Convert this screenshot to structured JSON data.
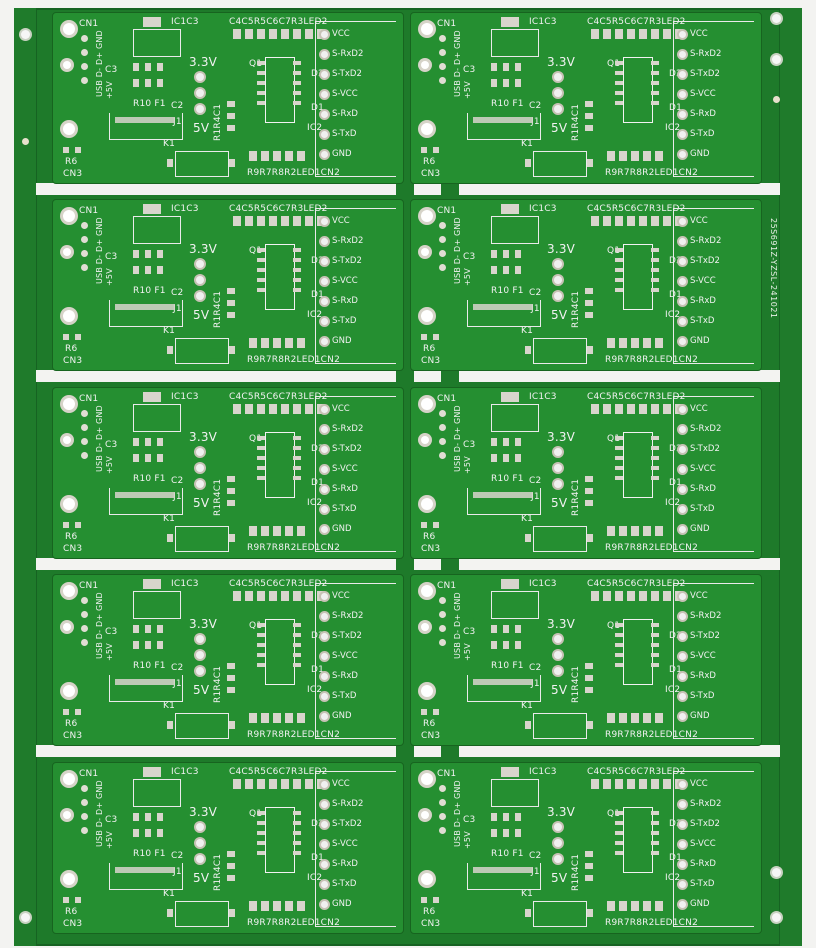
{
  "panel": {
    "serial_code": "25S691Z-YZSL-241021",
    "board_labels": {
      "ic1c3": "IC1C3",
      "caps": "C4C5R5C6C7R3LED2",
      "v33": "3.3V",
      "v5": "5V",
      "cn1": "CN1",
      "cn2": "R9R7R8R2LED1CN2",
      "cn3": "CN3",
      "r6": "R6",
      "k1": "K1",
      "j1": "J1",
      "q1": "Q1",
      "d1": "D1",
      "d2": "D2",
      "ic2": "IC2",
      "c2": "C2",
      "c3": "C3",
      "r1r4c1": "R1R4C1",
      "r10f1": "R10 F1",
      "usb_label": "USB D- D+ GND",
      "plus5v": "+5V"
    },
    "pin_labels": [
      "VCC",
      "S-RxD2",
      "S-TxD2",
      "S-VCC",
      "S-RxD",
      "S-TxD",
      "GND"
    ]
  }
}
